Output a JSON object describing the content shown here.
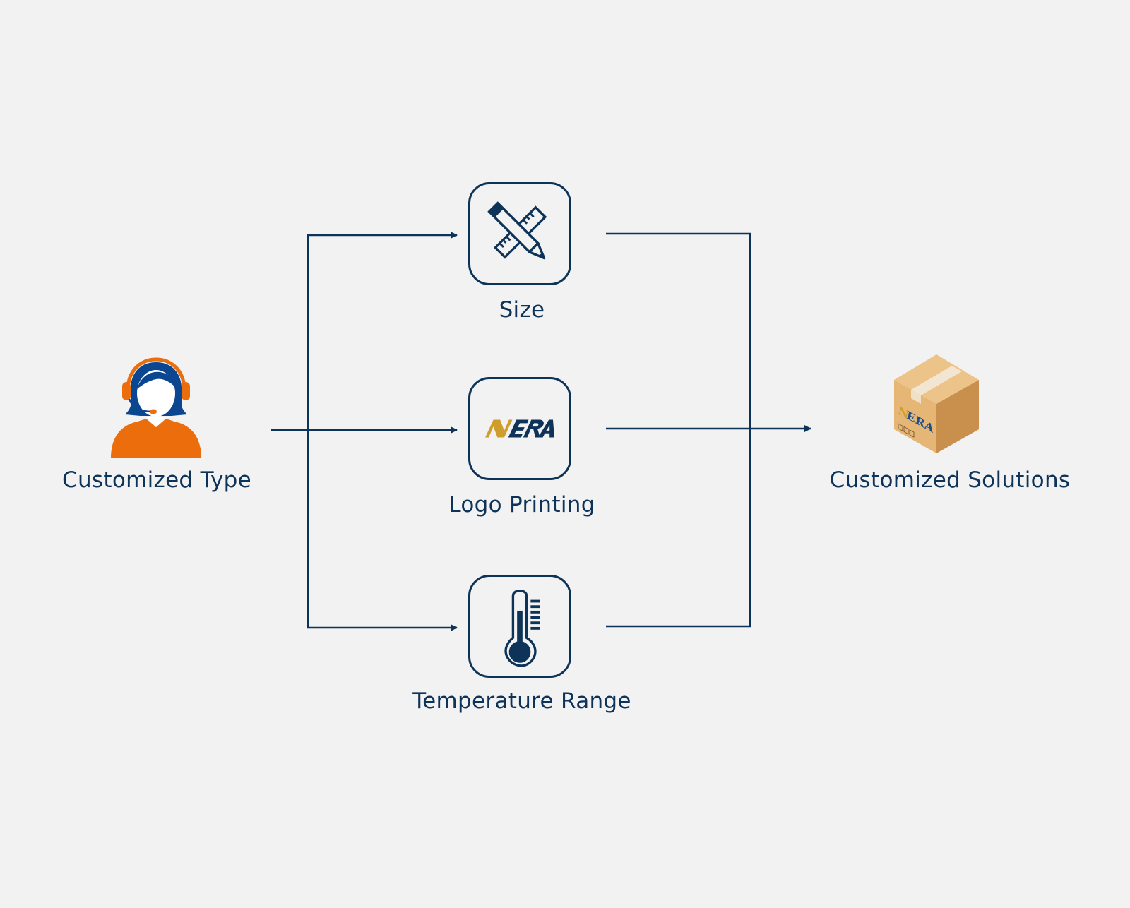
{
  "colors": {
    "navy": "#0d3358",
    "orange": "#ec6d0b",
    "gold": "#cf9d2c",
    "background": "#f2f2f2"
  },
  "source": {
    "label": "Customized Type",
    "icon": "customer-service-agent-icon"
  },
  "options": [
    {
      "label": "Size",
      "icon": "pencil-ruler-icon"
    },
    {
      "label": "Logo Printing",
      "icon": "nera-logo-icon",
      "logo_text": "NERA"
    },
    {
      "label": "Temperature Range",
      "icon": "thermometer-icon"
    }
  ],
  "target": {
    "label": "Customized Solutions",
    "icon": "cardboard-box-icon",
    "box_logo_text": "NERA"
  }
}
